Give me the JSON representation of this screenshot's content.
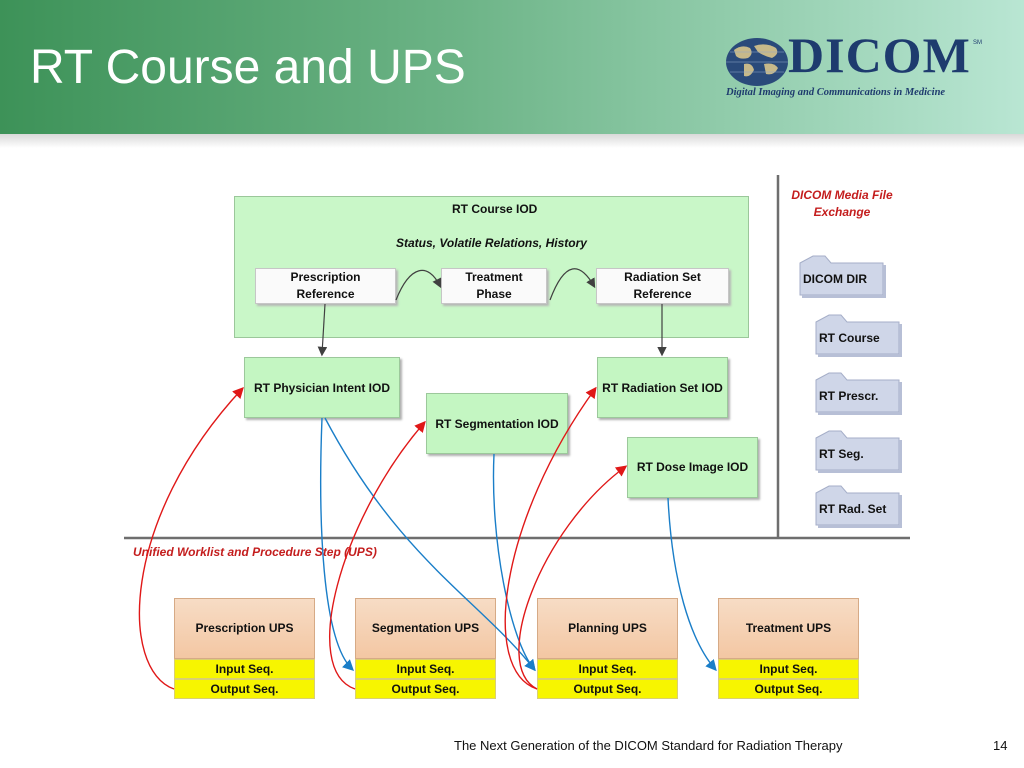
{
  "slide": {
    "title": "RT Course and UPS",
    "footer": "The Next Generation of the DICOM Standard for Radiation Therapy",
    "page_number": "14"
  },
  "logo": {
    "text": "DICOM",
    "trademark": "SM",
    "subtitle": "Digital Imaging and Communications in Medicine"
  },
  "course": {
    "title": "RT Course IOD",
    "subtitle": "Status, Volatile Relations, History",
    "items": [
      "Prescription Reference",
      "Treatment Phase",
      "Radiation Set Reference"
    ]
  },
  "iods": {
    "physician_intent": "RT Physician Intent IOD",
    "segmentation": "RT Segmentation  IOD",
    "radiation_set": "RT Radiation Set  IOD",
    "dose_image": "RT Dose Image  IOD"
  },
  "media": {
    "title": "DICOM Media File Exchange",
    "folders": [
      "DICOM DIR",
      "RT Course",
      "RT Prescr.",
      "RT Seg.",
      "RT Rad. Set"
    ]
  },
  "ups_section": {
    "title": "Unified Worklist and Procedure Step (UPS)",
    "steps": [
      {
        "name": "Prescription UPS",
        "input": "Input Seq.",
        "output": "Output Seq."
      },
      {
        "name": "Segmentation UPS",
        "input": "Input Seq.",
        "output": "Output Seq."
      },
      {
        "name": "Planning UPS",
        "input": "Input Seq.",
        "output": "Output Seq."
      },
      {
        "name": "Treatment UPS",
        "input": "Input Seq.",
        "output": "Output Seq."
      }
    ]
  },
  "colors": {
    "header_green": "#3d9258",
    "iod_green": "#c4f6c2",
    "ups_orange": "#f3c7a3",
    "seq_yellow": "#f7f500",
    "red_arrow": "#e01818",
    "blue_arrow": "#1a7ec8",
    "label_red": "#c41e1e"
  }
}
